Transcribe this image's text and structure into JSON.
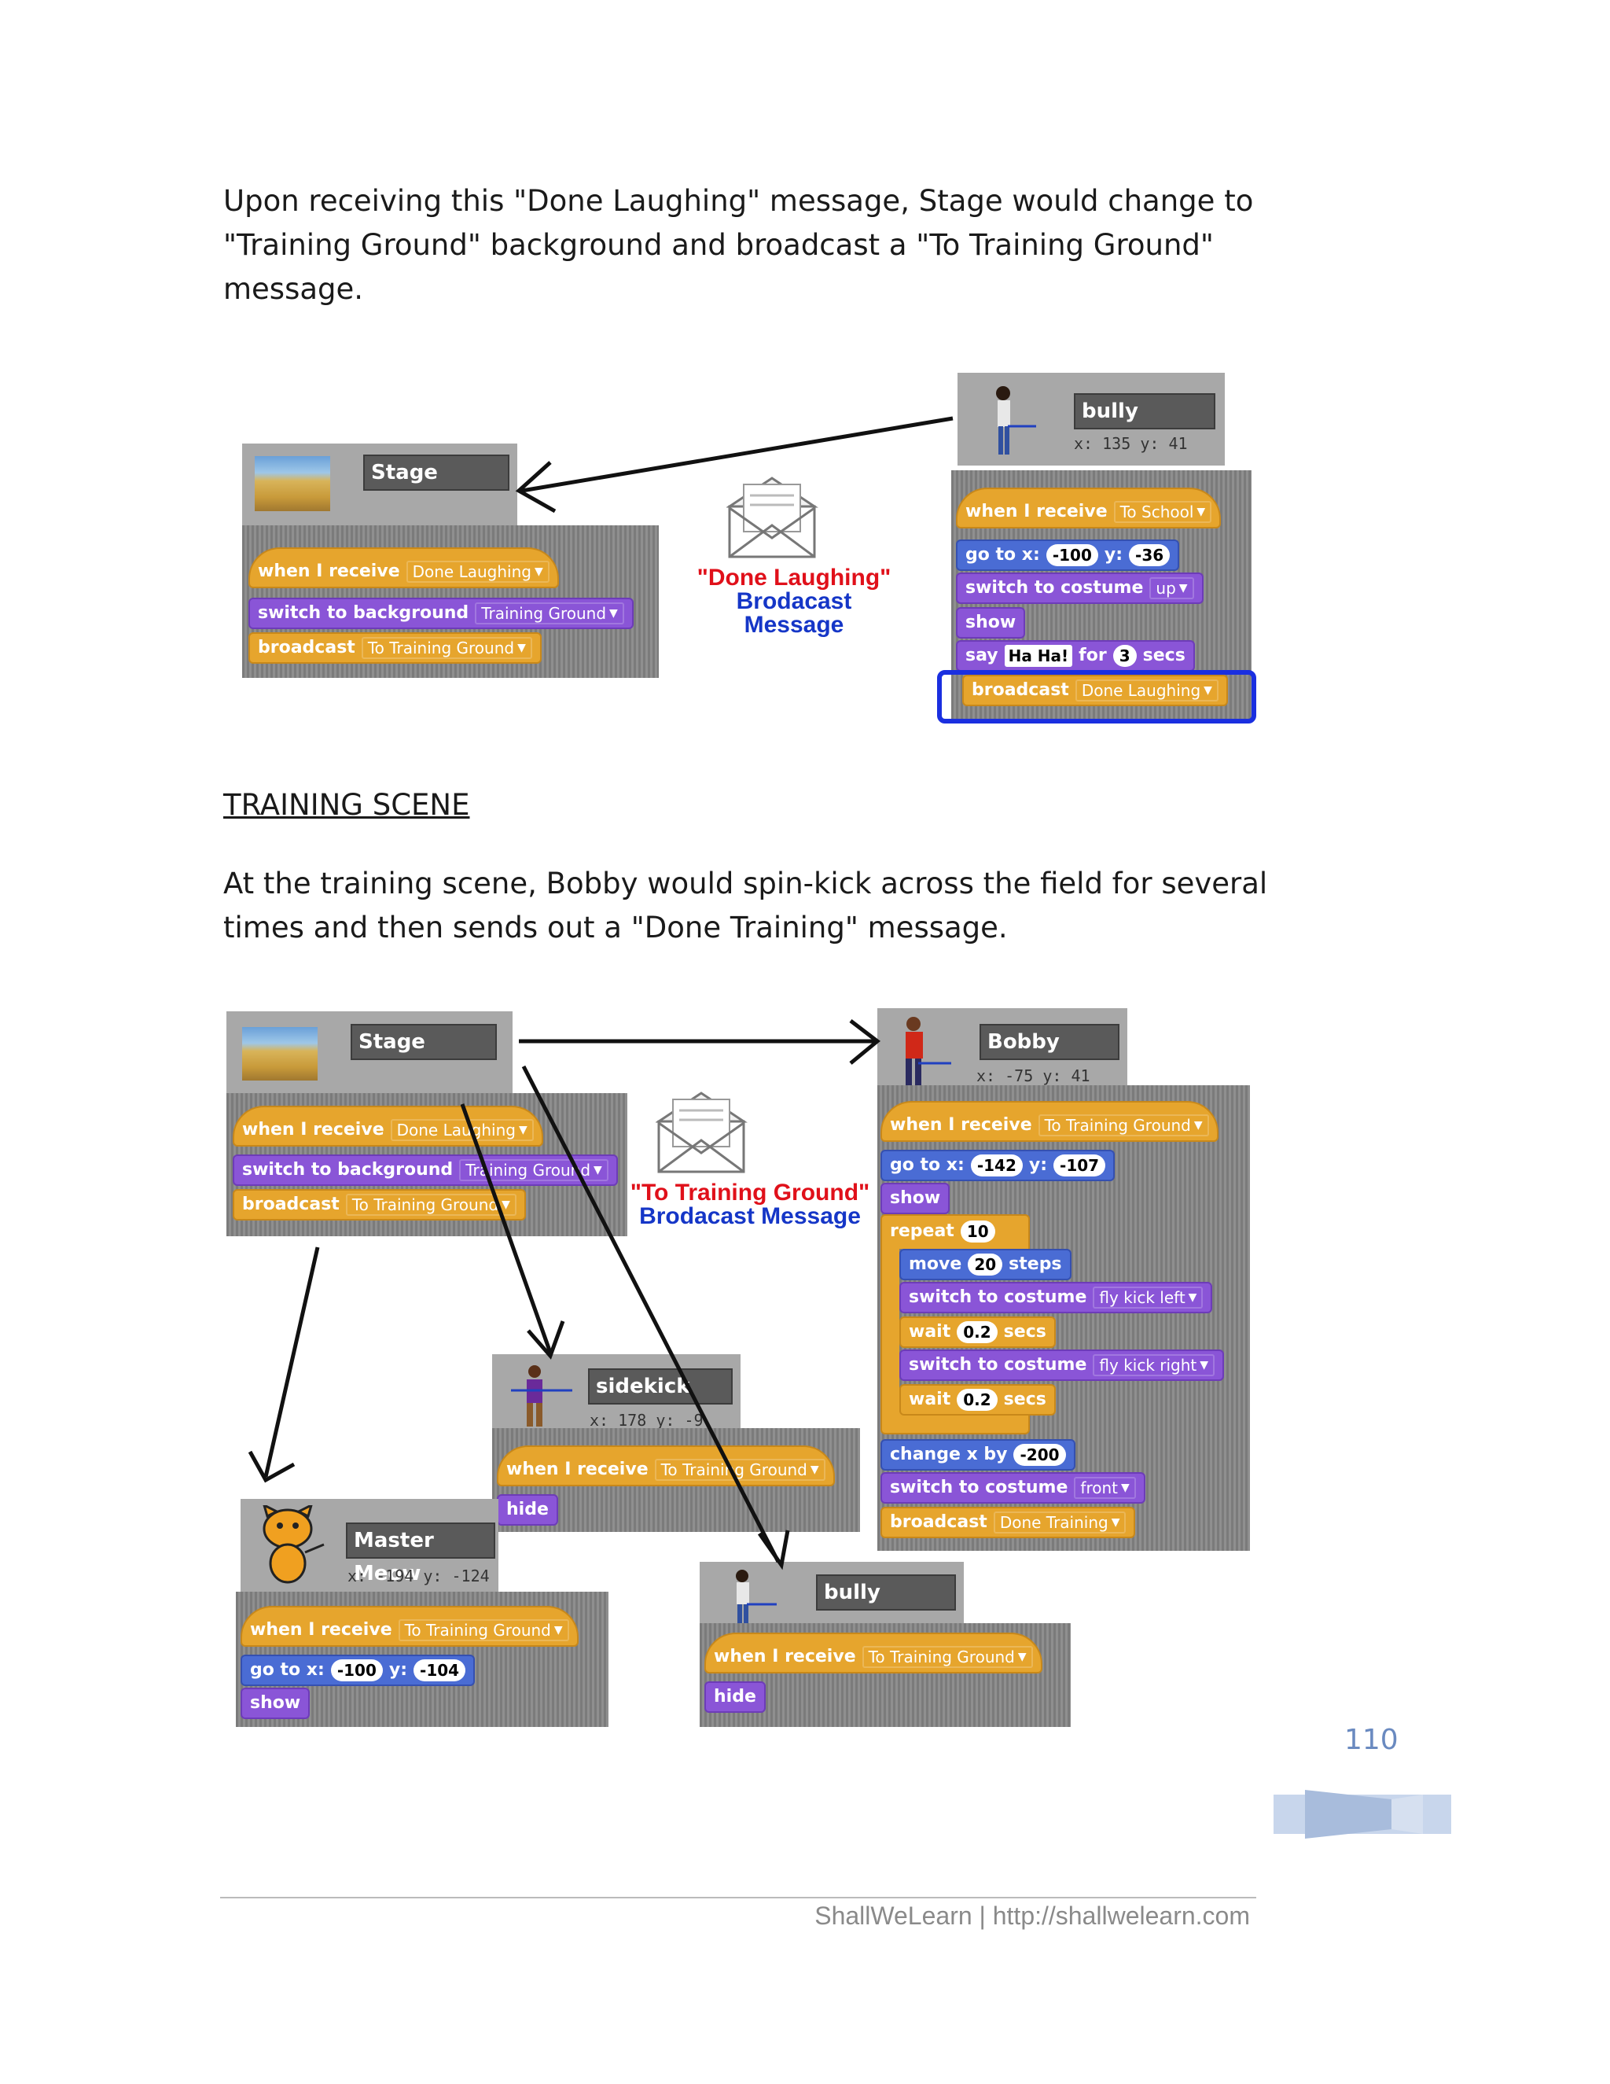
{
  "intro_paragraph": "Upon receiving this \"Done Laughing\" message, Stage would change to \"Training Ground\" background and broadcast a \"To Training Ground\" message.",
  "section_heading": "TRAINING SCENE",
  "training_paragraph": "At the training scene, Bobby would spin-kick across the field for several times and then sends out a \"Done Training\" message.",
  "figure1": {
    "stage": {
      "name": "Stage",
      "blocks": {
        "hat_label": "when I receive",
        "hat_value": "Done Laughing",
        "switch_label": "switch to background",
        "switch_value": "Training Ground",
        "broadcast_label": "broadcast",
        "broadcast_value": "To Training Ground"
      }
    },
    "message": {
      "name": "\"Done Laughing\"",
      "line2": "Brodacast",
      "line3": "Message"
    },
    "bully": {
      "name": "bully",
      "coords_x_label": "x:",
      "coords_x": "135",
      "coords_y_label": "y:",
      "coords_y": "41",
      "blocks": {
        "hat_label": "when I receive",
        "hat_value": "To School",
        "goto_label": "go to x:",
        "goto_x": "-100",
        "goto_y_label": "y:",
        "goto_y": "-36",
        "costume_label": "switch to costume",
        "costume_value": "up",
        "show_label": "show",
        "say_label": "say",
        "say_value": "Ha Ha!",
        "say_for": "for",
        "say_secs_value": "3",
        "say_secs": "secs",
        "broadcast_label": "broadcast",
        "broadcast_value": "Done Laughing"
      }
    }
  },
  "figure2": {
    "stage": {
      "name": "Stage",
      "blocks": {
        "hat_label": "when I receive",
        "hat_value": "Done Laughing",
        "switch_label": "switch to background",
        "switch_value": "Training Ground",
        "broadcast_label": "broadcast",
        "broadcast_value": "To Training Ground"
      }
    },
    "message": {
      "name": "\"To Training Ground\"",
      "line2": "Brodacast Message"
    },
    "bobby": {
      "name": "Bobby",
      "coords_x_label": "x:",
      "coords_x": "-75",
      "coords_y_label": "y:",
      "coords_y": "41",
      "blocks": {
        "hat_label": "when I receive",
        "hat_value": "To Training Ground",
        "goto_label": "go to x:",
        "goto_x": "-142",
        "goto_y_label": "y:",
        "goto_y": "-107",
        "show_label": "show",
        "repeat_label": "repeat",
        "repeat_value": "10",
        "move_label": "move",
        "move_value": "20",
        "move_steps": "steps",
        "costume1_label": "switch to costume",
        "costume1_value": "fly kick left",
        "wait1_label": "wait",
        "wait1_value": "0.2",
        "wait1_secs": "secs",
        "costume2_label": "switch to costume",
        "costume2_value": "fly kick right",
        "wait2_label": "wait",
        "wait2_value": "0.2",
        "wait2_secs": "secs",
        "change_label": "change x by",
        "change_value": "-200",
        "costume3_label": "switch to costume",
        "costume3_value": "front",
        "broadcast_label": "broadcast",
        "broadcast_value": "Done Training"
      }
    },
    "sidekick": {
      "name": "sidekick",
      "coords_x_label": "x:",
      "coords_x": "178",
      "coords_y_label": "y:",
      "coords_y": "-9",
      "blocks": {
        "hat_label": "when I receive",
        "hat_value": "To Training Ground",
        "hide_label": "hide"
      }
    },
    "master_meow": {
      "name": "Master Meow",
      "coords_x_label": "x:",
      "coords_x": "-194",
      "coords_y_label": "y:",
      "coords_y": "-124",
      "blocks": {
        "hat_label": "when I receive",
        "hat_value": "To Training Ground",
        "goto_label": "go to x:",
        "goto_x": "-100",
        "goto_y_label": "y:",
        "goto_y": "-104",
        "show_label": "show"
      }
    },
    "bully": {
      "name": "bully",
      "blocks": {
        "hat_label": "when I receive",
        "hat_value": "To Training Ground",
        "hide_label": "hide"
      }
    }
  },
  "page_number": "110",
  "footer": "ShallWeLearn | http://shallwelearn.com"
}
